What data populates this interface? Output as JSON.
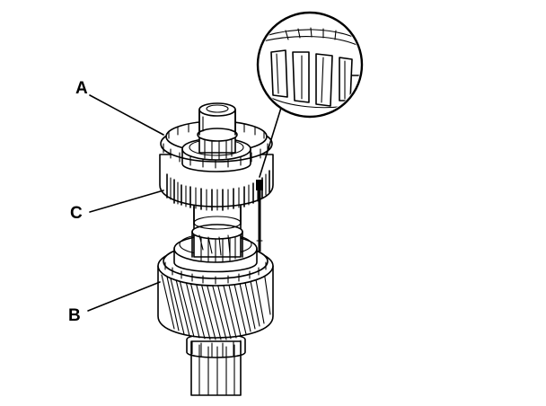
{
  "diagram": {
    "callouts": [
      {
        "id": "A",
        "label": "A"
      },
      {
        "id": "B",
        "label": "B"
      },
      {
        "id": "C",
        "label": "C"
      }
    ],
    "colors": {
      "ink": "#000000",
      "background": "#ffffff"
    }
  }
}
